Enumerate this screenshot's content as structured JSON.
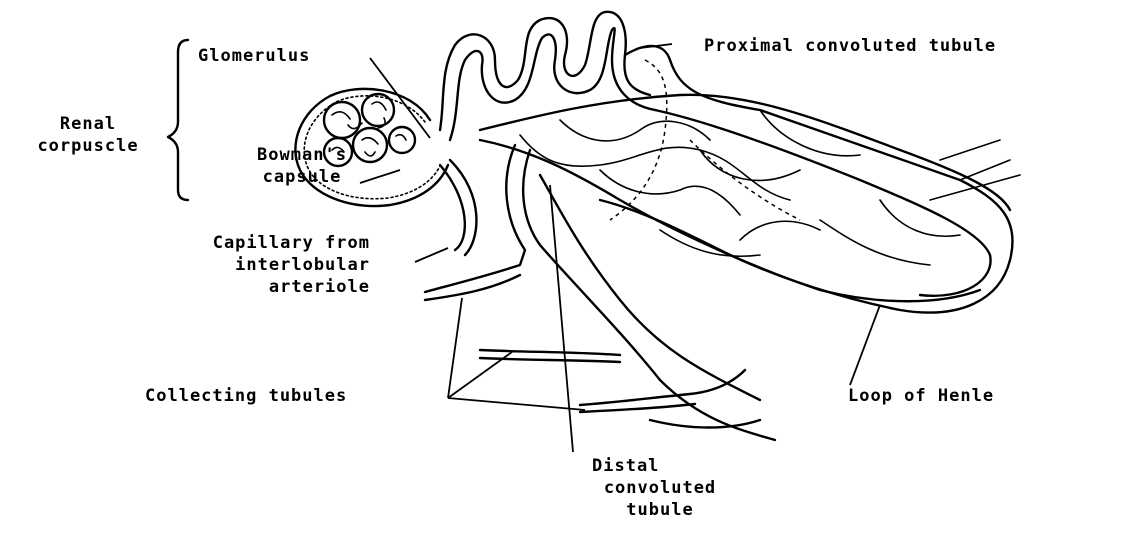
{
  "labels": {
    "glomerulus": "Glomerulus",
    "proximal": "Proximal convoluted tubule",
    "renal_line1": "Renal",
    "renal_line2": "corpuscle",
    "bowman_line1": "Bowman's",
    "bowman_line2": "capsule",
    "capillary_line1": "Capillary from",
    "capillary_line2": "interlobular",
    "capillary_line3": "arteriole",
    "collecting": "Collecting tubules",
    "loop": "Loop of Henle",
    "distal_line1": "Distal",
    "distal_line2": "convoluted",
    "distal_line3": "tubule"
  }
}
